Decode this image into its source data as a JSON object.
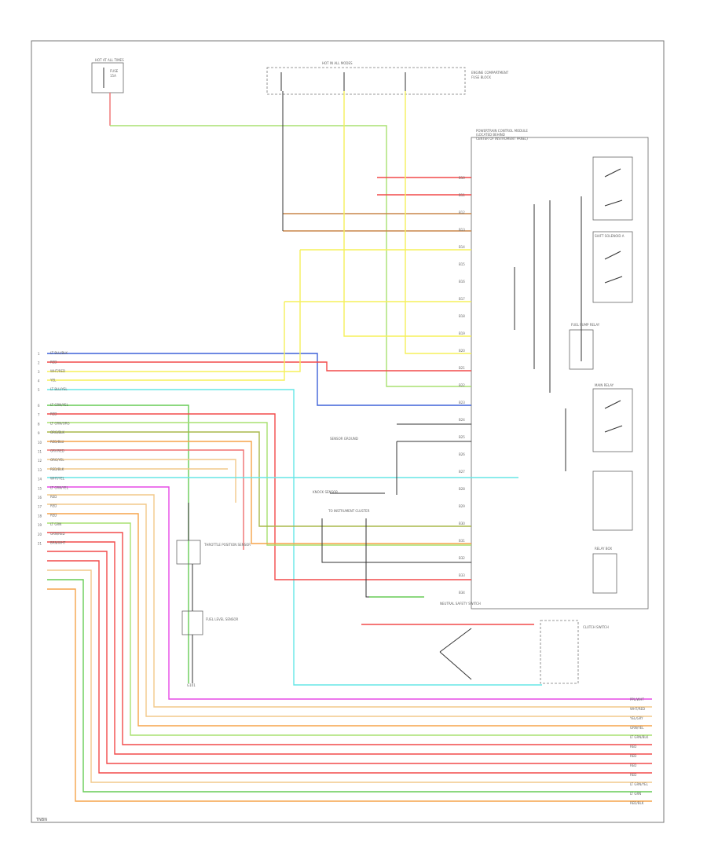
{
  "page": {
    "code": "TNBN"
  },
  "labels": {
    "hot_at_all_times": "HOT AT ALL TIMES",
    "fuse_top_left_1": "FUSE",
    "fuse_top_left_2": "15A",
    "relay_box_title": "HOT IN ALL MODES",
    "pcm_title_1": "POWERTRAIN CONTROL MODULE",
    "pcm_title_2": "(LOCATED BEHIND",
    "pcm_title_3": "CENTER OF INSTRUMENT PANEL)",
    "engine_compartment": "ENGINE COMPARTMENT",
    "fuse_block": "FUSE BLOCK",
    "shift_solenoid_a": "SHIFT SOLENOID A",
    "fuel_pump_relay": "FUEL PUMP RELAY",
    "main_relay": "MAIN RELAY",
    "sensor_ground": "SENSOR GROUND",
    "knock_sensor": "KNOCK SENSOR",
    "throttle_position_sensor": "THROTTLE POSITION SENSOR",
    "fuel_level_sensor": "FUEL LEVEL SENSOR",
    "to_instrument_cluster": "TO INSTRUMENT CLUSTER",
    "neutral_safety_switch": "NEUTRAL SAFETY SWITCH",
    "clutch_switch": "CLUTCH SWITCH",
    "ground_label": "G101",
    "relay_label": "RELAY BOX"
  },
  "wire_colors": {
    "pink_blk": "#f07070",
    "red": "#f24a4a",
    "brn_wht": "#c8864a",
    "yel": "#f5f05a",
    "blue": "#3f62d8",
    "cyan": "#66e6e6",
    "green": "#66cc55",
    "ltgrn": "#a8e070",
    "orange": "#f5a44a",
    "magenta": "#e64ae6",
    "tan": "#f2c98a",
    "olive": "#a8b84a"
  },
  "left_pins_upper": [
    "1",
    "2",
    "3",
    "4",
    "5"
  ],
  "left_wires_upper": [
    "LT BLU/BLK",
    "RED",
    "WHT/RED",
    "YEL",
    "LT BLU/YEL"
  ],
  "left_pins_lower": [
    "6",
    "7",
    "8",
    "9",
    "10",
    "11",
    "12",
    "13",
    "14",
    "15",
    "16",
    "17",
    "18",
    "19",
    "20",
    "21"
  ],
  "left_wires_lower": [
    "LT GRN/YEL",
    "RED",
    "LT GRN/ORG",
    "ORG/BLK",
    "RED/BLU",
    "GRY/RED",
    "ORG/YEL",
    "RED/BLK",
    "WHT/YEL",
    "LT GRN/YEL",
    "RED",
    "RED",
    "RED",
    "LT GRN",
    "GRN/RED",
    "BRN/WHT"
  ],
  "pcm_pins": [
    "B10",
    "B11",
    "B12",
    "B13",
    "B14",
    "B15",
    "B16",
    "B17",
    "B18",
    "B19",
    "B20",
    "B21",
    "B22",
    "B23",
    "B24",
    "B25",
    "B26",
    "B27",
    "B28",
    "B29",
    "B30",
    "B31",
    "B32",
    "B33",
    "B34"
  ],
  "right_wires": [
    "PPL/WHT",
    "WHT/RED",
    "YEL/GRY",
    "GRN/YEL",
    "LT GRN/BLK",
    "RED",
    "RED",
    "RED",
    "RED",
    "LT GRN/YEL",
    "LT GRN",
    "RED/BLK"
  ]
}
